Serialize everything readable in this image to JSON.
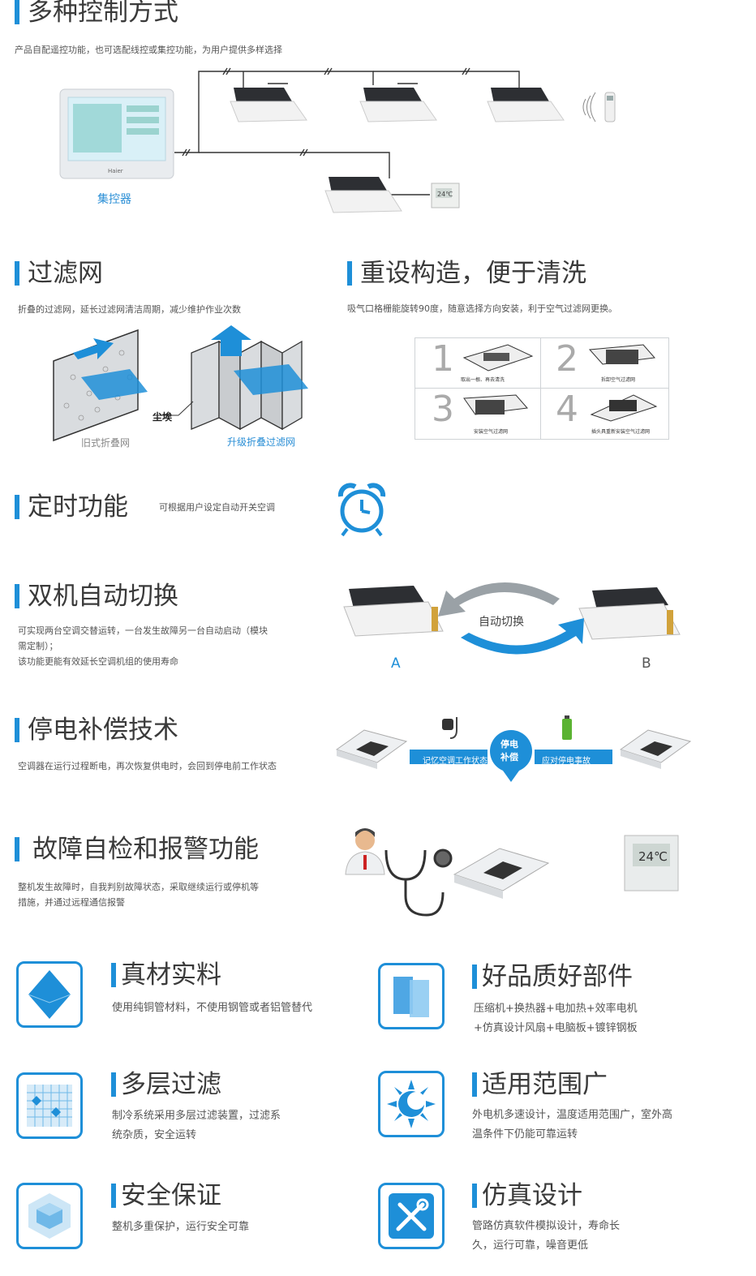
{
  "s1": {
    "title": "多种控制方式",
    "desc": "产品自配遥控功能，也可选配线控或集控功能，为用户提供多样选择",
    "controller_label": "集控器",
    "controller_brand": "Haier",
    "wire_display": "24℃"
  },
  "s2": {
    "title": "过滤网",
    "desc": "折叠的过滤网，延长过滤网清洁周期，减少维护作业次数",
    "dust_label": "尘埃",
    "old_label": "旧式折叠网",
    "new_label": "升级折叠过滤网"
  },
  "s3": {
    "title": "重设构造，便于清洗",
    "desc": "吸气口格栅能旋转90度，随意选择方向安装，利于空气过滤网更换。",
    "steps": [
      {
        "num": "1",
        "caption": "取出一根、再去清洗"
      },
      {
        "num": "2",
        "caption": "拆卸空气过滤网"
      },
      {
        "num": "3",
        "caption": "安装空气过滤网"
      },
      {
        "num": "4",
        "caption": "插头具重新安装空气过滤网"
      }
    ]
  },
  "s4": {
    "title": "定时功能",
    "desc": "可根据用户设定自动开关空调"
  },
  "s5": {
    "title": "双机自动切换",
    "desc_lines": [
      "可实现两台空调交替运转，一台发生故障另一台自动启动（模块",
      "需定制）；",
      "该功能更能有效延长空调机组的使用寿命"
    ],
    "switch_label": "自动切换",
    "label_a": "A",
    "label_b": "B"
  },
  "s6": {
    "title": "停电补偿技术",
    "desc": "空调器在运行过程断电，再次恢复供电时，会回到停电前工作状态",
    "left_tag": "记忆空调工作状态",
    "center_line1": "停电",
    "center_line2": "补偿",
    "right_tag": "应对停电事故"
  },
  "s7": {
    "title": "故障自检和报警功能",
    "desc_lines": [
      "整机发生故障时，自我判别故障状态，采取继续运行或停机等",
      "措施，并通过远程通信报警"
    ],
    "panel_display": "24℃"
  },
  "features": [
    {
      "title": "真材实料",
      "lines": [
        "使用纯铜管材料，不使用钢管或者铝管替代"
      ],
      "icon": "diamond-icon"
    },
    {
      "title": "好品质好部件",
      "lines": [
        "压缩机+换热器+电加热+效率电机",
        "+仿真设计风扇+电脑板+镀锌钢板"
      ],
      "icon": "panels-icon"
    },
    {
      "title": "多层过滤",
      "lines": [
        "制冷系统采用多层过滤装置，过滤系",
        "统杂质，安全运转"
      ],
      "icon": "filter-grid-icon"
    },
    {
      "title": "适用范围广",
      "lines": [
        "外电机多速设计，温度适用范围广，室外高",
        "温条件下仍能可靠运转"
      ],
      "icon": "sun-moon-icon"
    },
    {
      "title": "安全保证",
      "lines": [
        "整机多重保护，运行安全可靠"
      ],
      "icon": "shield-cube-icon"
    },
    {
      "title": "仿真设计",
      "lines": [
        "管路仿真软件模拟设计，寿命长",
        "久，运行可靠，噪音更低"
      ],
      "icon": "tools-icon"
    }
  ],
  "colors": {
    "accent": "#1e8fd8",
    "text": "#3a3a3a"
  }
}
